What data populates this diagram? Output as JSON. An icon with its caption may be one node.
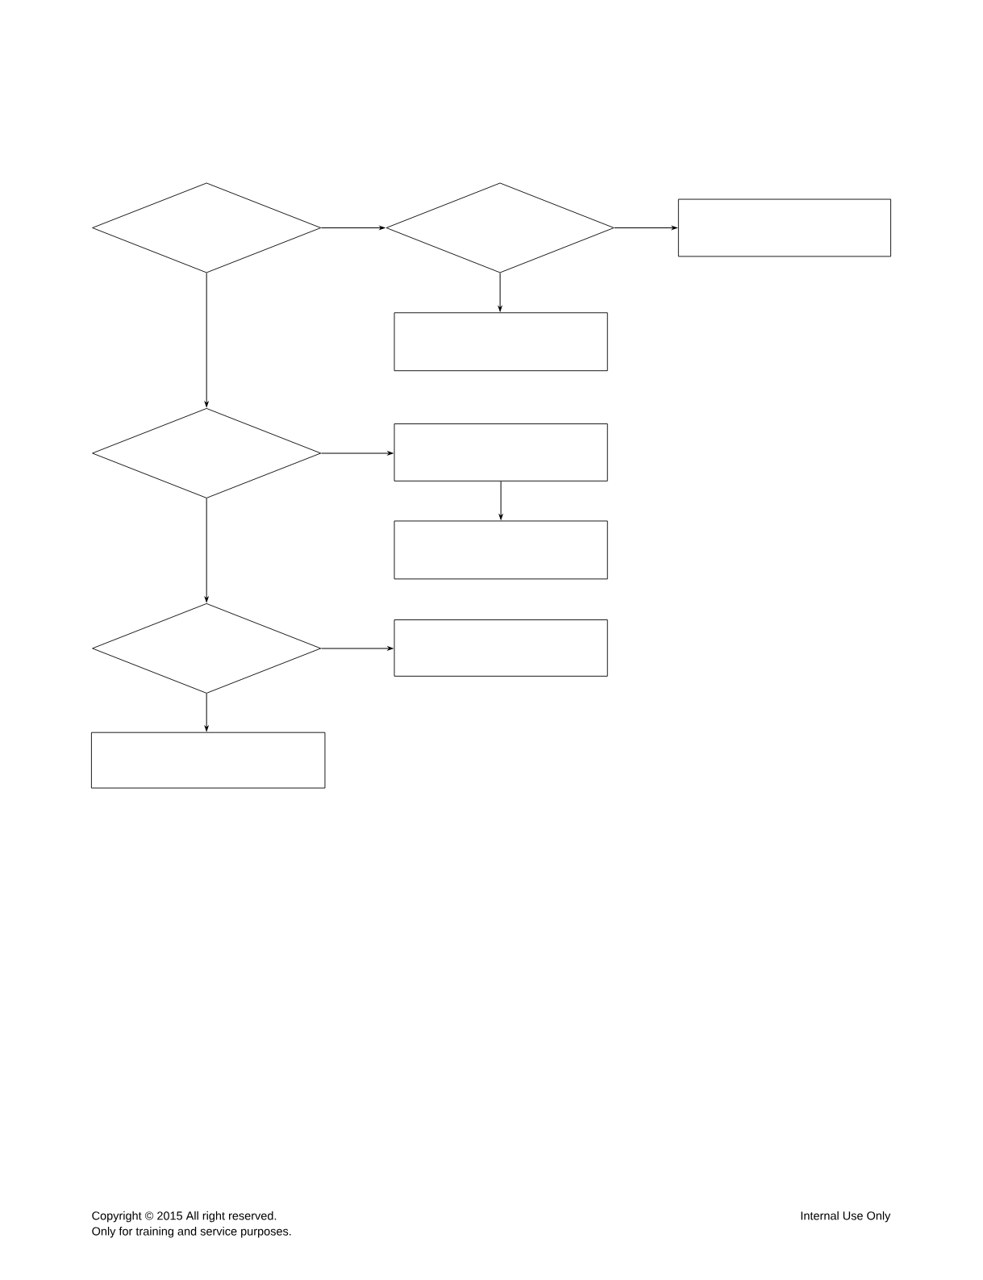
{
  "diagram": {
    "nodes": [
      {
        "text": [],
        "shape": "diamond"
      },
      {
        "text": [],
        "shape": "diamond"
      },
      {
        "text": [],
        "shape": "box"
      },
      {
        "text": [],
        "shape": "box"
      },
      {
        "text": [],
        "shape": "diamond"
      },
      {
        "text": [],
        "shape": "box"
      },
      {
        "text": [],
        "shape": "box"
      },
      {
        "text": [],
        "shape": "diamond"
      },
      {
        "text": [],
        "shape": "box"
      },
      {
        "text": [],
        "shape": "box"
      }
    ],
    "edges": [
      {
        "from": 0,
        "to": 1,
        "arrow": "to"
      },
      {
        "from": 1,
        "to": 2,
        "arrow": "to"
      },
      {
        "from": 1,
        "to": 3,
        "arrow": "to"
      },
      {
        "from": 0,
        "to": 4,
        "arrow": "to"
      },
      {
        "from": 4,
        "to": 5,
        "arrow": "to"
      },
      {
        "from": 5,
        "to": 6,
        "arrow": "to"
      },
      {
        "from": 4,
        "to": 7,
        "arrow": "to"
      },
      {
        "from": 7,
        "to": 8,
        "arrow": "to"
      },
      {
        "from": 7,
        "to": 9,
        "arrow": "to"
      }
    ],
    "labels": [
      "Copyright © 2015 All right reserved.",
      "Only for training and service purposes.",
      "Internal Use Only"
    ]
  }
}
